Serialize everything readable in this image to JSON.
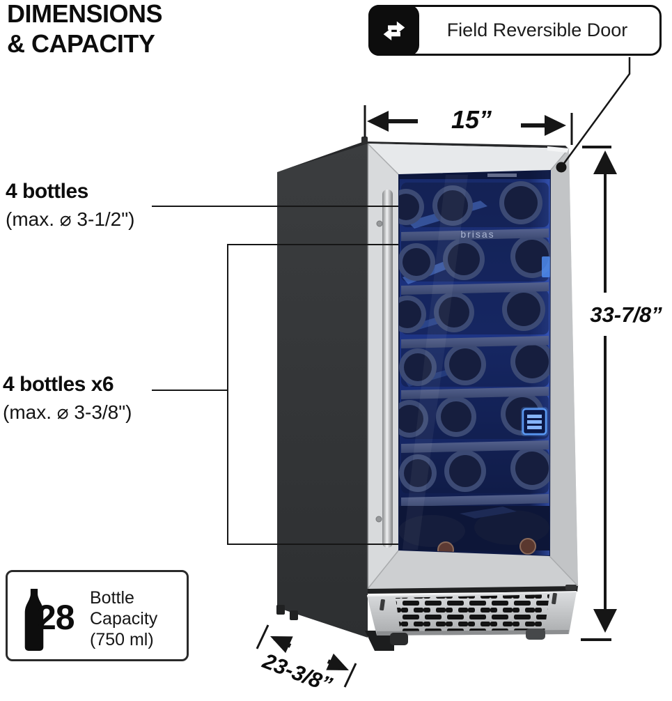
{
  "title": {
    "line1": "DIMENSIONS",
    "line2": "& CAPACITY"
  },
  "reversible_door_badge": {
    "label": "Field Reversible Door",
    "icon": "swap-arrows-icon"
  },
  "dimension_labels": {
    "width": "15”",
    "height": "33-7/8”",
    "depth": "23-3/8”"
  },
  "shelf_labels": {
    "top": {
      "title": "4 bottles",
      "detail": "(max. ⌀ 3-1/2\")"
    },
    "middle": {
      "title": "4 bottles x6",
      "detail": "(max. ⌀ 3-3/8\")"
    }
  },
  "capacity_card": {
    "icon": "wine-bottle-icon",
    "count": "28",
    "line1": "Bottle",
    "line2": "Capacity",
    "line3": "(750 ml)"
  },
  "fridge": {
    "brand": "brisas",
    "visible_shelf_rows": 7
  },
  "colors": {
    "ink": "#161616",
    "panel_black": "#323436",
    "stainless": "#d2d4d6",
    "interior_blue": "#1d3486",
    "led_blue": "#5b9af5"
  }
}
